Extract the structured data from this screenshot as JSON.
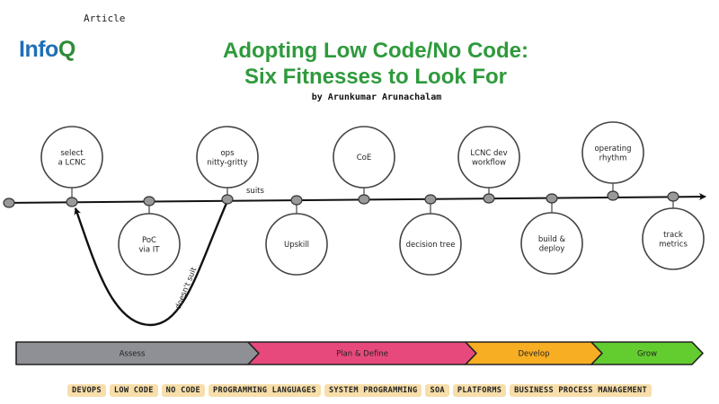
{
  "header": {
    "kind": "Article",
    "logo_main": "Info",
    "logo_accent": "Q",
    "title_line1": "Adopting Low Code/No Code:",
    "title_line2": "Six Fitnesses to Look For",
    "author": "by Arunkumar Arunachalam"
  },
  "diagram": {
    "upper_nodes": [
      {
        "label_lines": [
          "select",
          "a LCNC"
        ]
      },
      {
        "label_lines": [
          "ops",
          "nitty-gritty"
        ]
      },
      {
        "label_lines": [
          "CoE"
        ]
      },
      {
        "label_lines": [
          "LCNC dev",
          "workflow"
        ]
      },
      {
        "label_lines": [
          "operating",
          "rhythm"
        ]
      }
    ],
    "lower_nodes": [
      {
        "label_lines": [
          "PoC",
          "via IT"
        ]
      },
      {
        "label_lines": [
          "Upskill"
        ]
      },
      {
        "label_lines": [
          "decision tree"
        ]
      },
      {
        "label_lines": [
          "build &",
          "deploy"
        ]
      },
      {
        "label_lines": [
          "track",
          "metrics"
        ]
      }
    ],
    "edge_labels": {
      "suits": "suits",
      "doesnt_suit": "doesn't suit"
    }
  },
  "phases": [
    {
      "label": "Assess",
      "color": "#8e9095"
    },
    {
      "label": "Plan & Define",
      "color": "#e8497c"
    },
    {
      "label": "Develop",
      "color": "#f8ae22"
    },
    {
      "label": "Grow",
      "color": "#63cc2f"
    }
  ],
  "tags": [
    "DEVOPS",
    "LOW CODE",
    "NO CODE",
    "PROGRAMMING LANGUAGES",
    "SYSTEM PROGRAMMING",
    "SOA",
    "PLATFORMS",
    "BUSINESS PROCESS MANAGEMENT"
  ]
}
